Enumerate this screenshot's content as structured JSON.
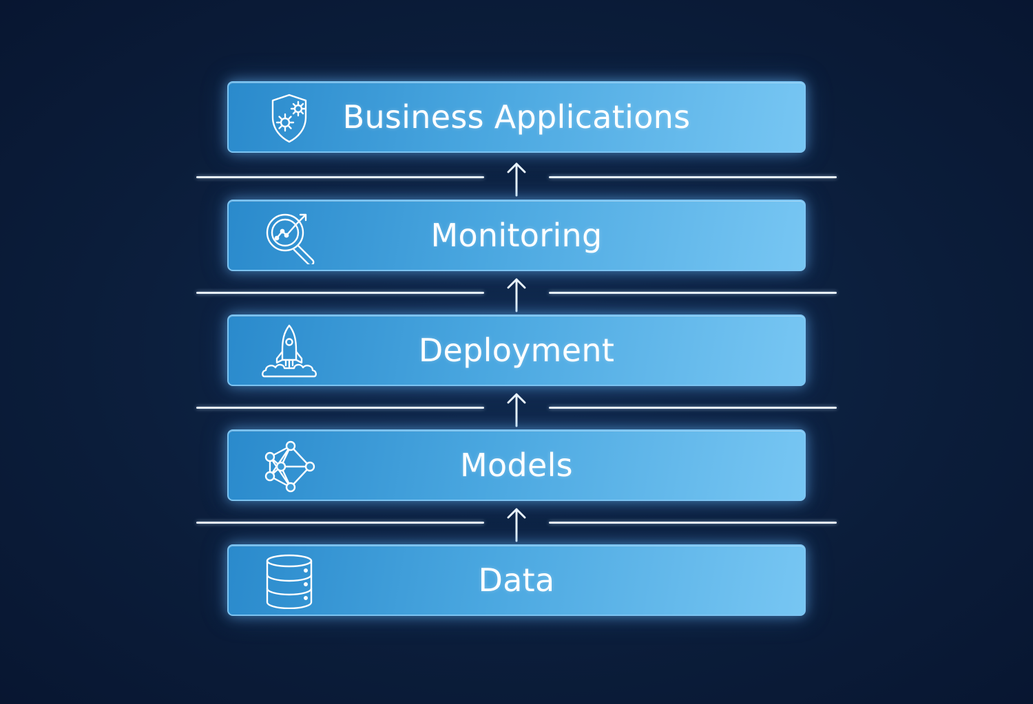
{
  "diagram": {
    "layers": [
      {
        "label": "Business Applications",
        "icon": "shield-gears-icon"
      },
      {
        "label": "Monitoring",
        "icon": "magnifier-chart-icon"
      },
      {
        "label": "Deployment",
        "icon": "rocket-icon"
      },
      {
        "label": "Models",
        "icon": "neural-network-icon"
      },
      {
        "label": "Data",
        "icon": "database-icon"
      }
    ],
    "connector": "up-arrow-icon"
  },
  "colors": {
    "background": "#0b1d3a",
    "layer_fill_start": "#2a8acc",
    "layer_fill_end": "#77c6f3",
    "layer_border": "#7cc4f2",
    "text": "#ffffff",
    "divider": "#e8f2fb"
  }
}
